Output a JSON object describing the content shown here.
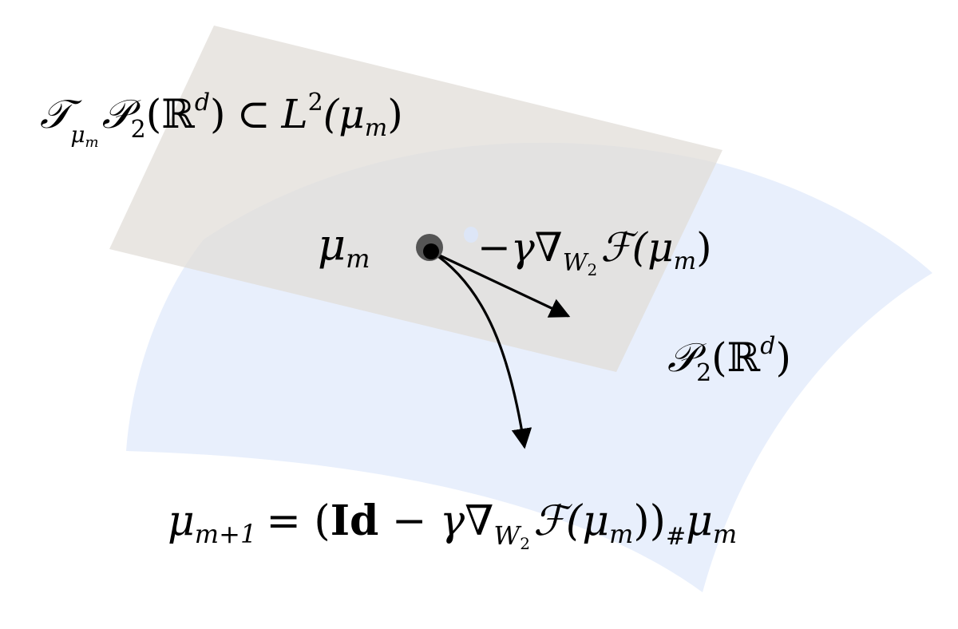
{
  "colors": {
    "manifold_fill": "#e8effc",
    "tangent_plane_fill": "#e0ddd7",
    "tangent_plane_opacity": 0.72,
    "ink": "#000000",
    "point_halo": "#555555"
  },
  "labels": {
    "tangent_space": {
      "T": "𝒯",
      "T_sub": "μ",
      "T_subsub": "m",
      "P": "𝒫",
      "P_sub": "2",
      "open": "(",
      "R": "ℝ",
      "R_sup": "d",
      "close": ")",
      "subset": "⊂",
      "L": "L",
      "L_sup": "2",
      "arg": "(μ",
      "arg_sub": "m",
      "arg_close": ")"
    },
    "current_point": {
      "mu": "μ",
      "mu_sub": "m"
    },
    "gradient_step": {
      "main": "−γ∇",
      "W": "W",
      "W_sub": "2",
      "F": "ℱ",
      "arg": "(μ",
      "arg_sub": "m",
      "arg_close": ")"
    },
    "manifold": {
      "P": "𝒫",
      "P_sub": "2",
      "open": "(",
      "R": "ℝ",
      "R_sup": "d",
      "close": ")"
    },
    "update_rule": {
      "lhs": "μ",
      "lhs_sub": "m+1",
      "eq": "= (",
      "id": "Id",
      "minus": " − γ∇",
      "W": "W",
      "W_sub": "2",
      "F": "ℱ",
      "arg": "(μ",
      "arg_sub": "m",
      "arg_close": "))",
      "push_sub": "#",
      "rhs": "μ",
      "rhs_sub": "m"
    }
  }
}
